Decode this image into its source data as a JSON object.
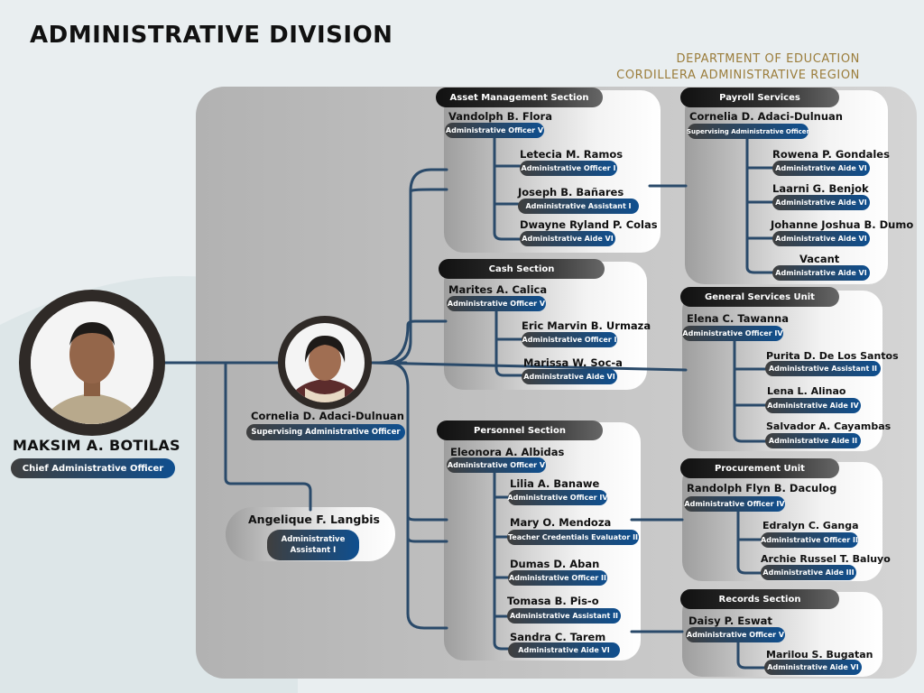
{
  "title": "ADMINISTRATIVE DIVISION",
  "department": {
    "line1": "DEPARTMENT OF EDUCATION",
    "line2": "CORDILLERA ADMINISTRATIVE REGION"
  },
  "chief": {
    "name": "MAKSIM A. BOTILAS",
    "role": "Chief Administrative Officer"
  },
  "supervisor": {
    "name": "Cornelia D. Adaci-Dulnuan",
    "role": "Supervising Administrative Officer"
  },
  "assistant": {
    "name": "Angelique F. Langbis",
    "role_line1": "Administrative",
    "role_line2": "Assistant I"
  },
  "asset": {
    "header": "Asset Management Section",
    "head_name": "Vandolph B. Flora",
    "head_role": "Administrative Officer V",
    "members": [
      {
        "name": "Letecia M. Ramos",
        "role": "Administrative Officer I"
      },
      {
        "name": "Joseph B. Bañares",
        "role": "Administrative Assistant I"
      },
      {
        "name": "Dwayne Ryland P. Colas",
        "role": "Administrative Aide VI"
      }
    ]
  },
  "cash": {
    "header": "Cash Section",
    "head_name": "Marites A. Calica",
    "head_role": "Administrative Officer V",
    "members": [
      {
        "name": "Eric Marvin B. Urmaza",
        "role": "Administrative Officer I"
      },
      {
        "name": "Marissa W. Soc-a",
        "role": "Administrative Aide VI"
      }
    ]
  },
  "personnel": {
    "header": "Personnel Section",
    "head_name": "Eleonora A. Albidas",
    "head_role": "Administrative Officer V",
    "members": [
      {
        "name": "Lilia A. Banawe",
        "role": "Administrative Officer IV"
      },
      {
        "name": "Mary O. Mendoza",
        "role": "Teacher Credentials Evaluator II"
      },
      {
        "name": "Dumas D. Aban",
        "role": "Administrative Officer II"
      },
      {
        "name": "Tomasa B. Pis-o",
        "role": "Administrative Assistant II"
      },
      {
        "name": "Sandra C. Tarem",
        "role": "Administrative Aide VI"
      }
    ]
  },
  "payroll": {
    "header": "Payroll Services",
    "head_name": "Cornelia D. Adaci-Dulnuan",
    "head_role": "Supervising Administrative Officer",
    "members": [
      {
        "name": "Rowena P. Gondales",
        "role": "Administrative Aide VI"
      },
      {
        "name": "Laarni G. Benjok",
        "role": "Administrative Aide VI"
      },
      {
        "name": "Johanne Joshua B. Dumo",
        "role": "Administrative Aide VI"
      },
      {
        "name": "Vacant",
        "role": "Administrative Aide VI"
      }
    ]
  },
  "general": {
    "header": "General Services Unit",
    "head_name": "Elena C. Tawanna",
    "head_role": "Administrative Officer IV",
    "members": [
      {
        "name": "Purita D. De Los Santos",
        "role": "Administrative Assistant II"
      },
      {
        "name": "Lena L. Alinao",
        "role": "Administrative Aide IV"
      },
      {
        "name": "Salvador A. Cayambas",
        "role": "Administrative Aide II"
      }
    ]
  },
  "procurement": {
    "header": "Procurement Unit",
    "head_name": "Randolph Flyn B. Daculog",
    "head_role": "Administrative Officer IV",
    "members": [
      {
        "name": "Edralyn C. Ganga",
        "role": "Administrative Officer II"
      },
      {
        "name": "Archie Russel T. Baluyo",
        "role": "Administrative Aide III"
      }
    ]
  },
  "records": {
    "header": "Records Section",
    "head_name": "Daisy P. Eswat",
    "head_role": "Administrative Officer V",
    "members": [
      {
        "name": "Marilou S. Bugatan",
        "role": "Administrative Aide VI"
      }
    ]
  },
  "colors": {
    "line": "#2a4a6a",
    "accent": "#0f4f8f",
    "title_gold": "#9b7d3b"
  }
}
